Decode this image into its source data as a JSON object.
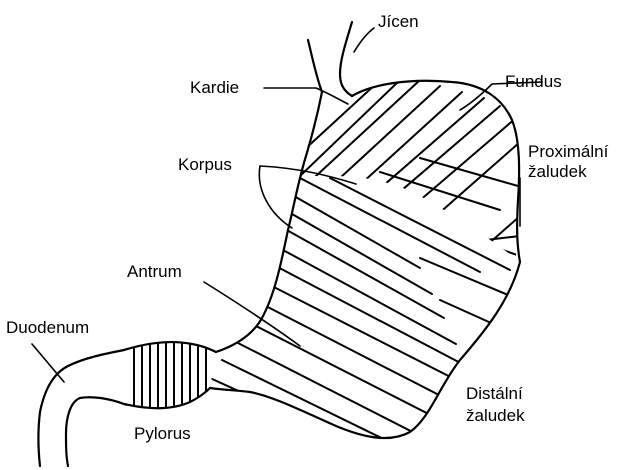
{
  "labels": {
    "jicen": "Jícen",
    "kardie": "Kardie",
    "fundus": "Fundus",
    "proximal_line1": "Proximální",
    "proximal_line2": "žaludek",
    "korpus": "Korpus",
    "antrum": "Antrum",
    "duodenum": "Duodenum",
    "distal_line1": "Distální",
    "distal_line2": "žaludek",
    "pylorus": "Pylorus"
  }
}
